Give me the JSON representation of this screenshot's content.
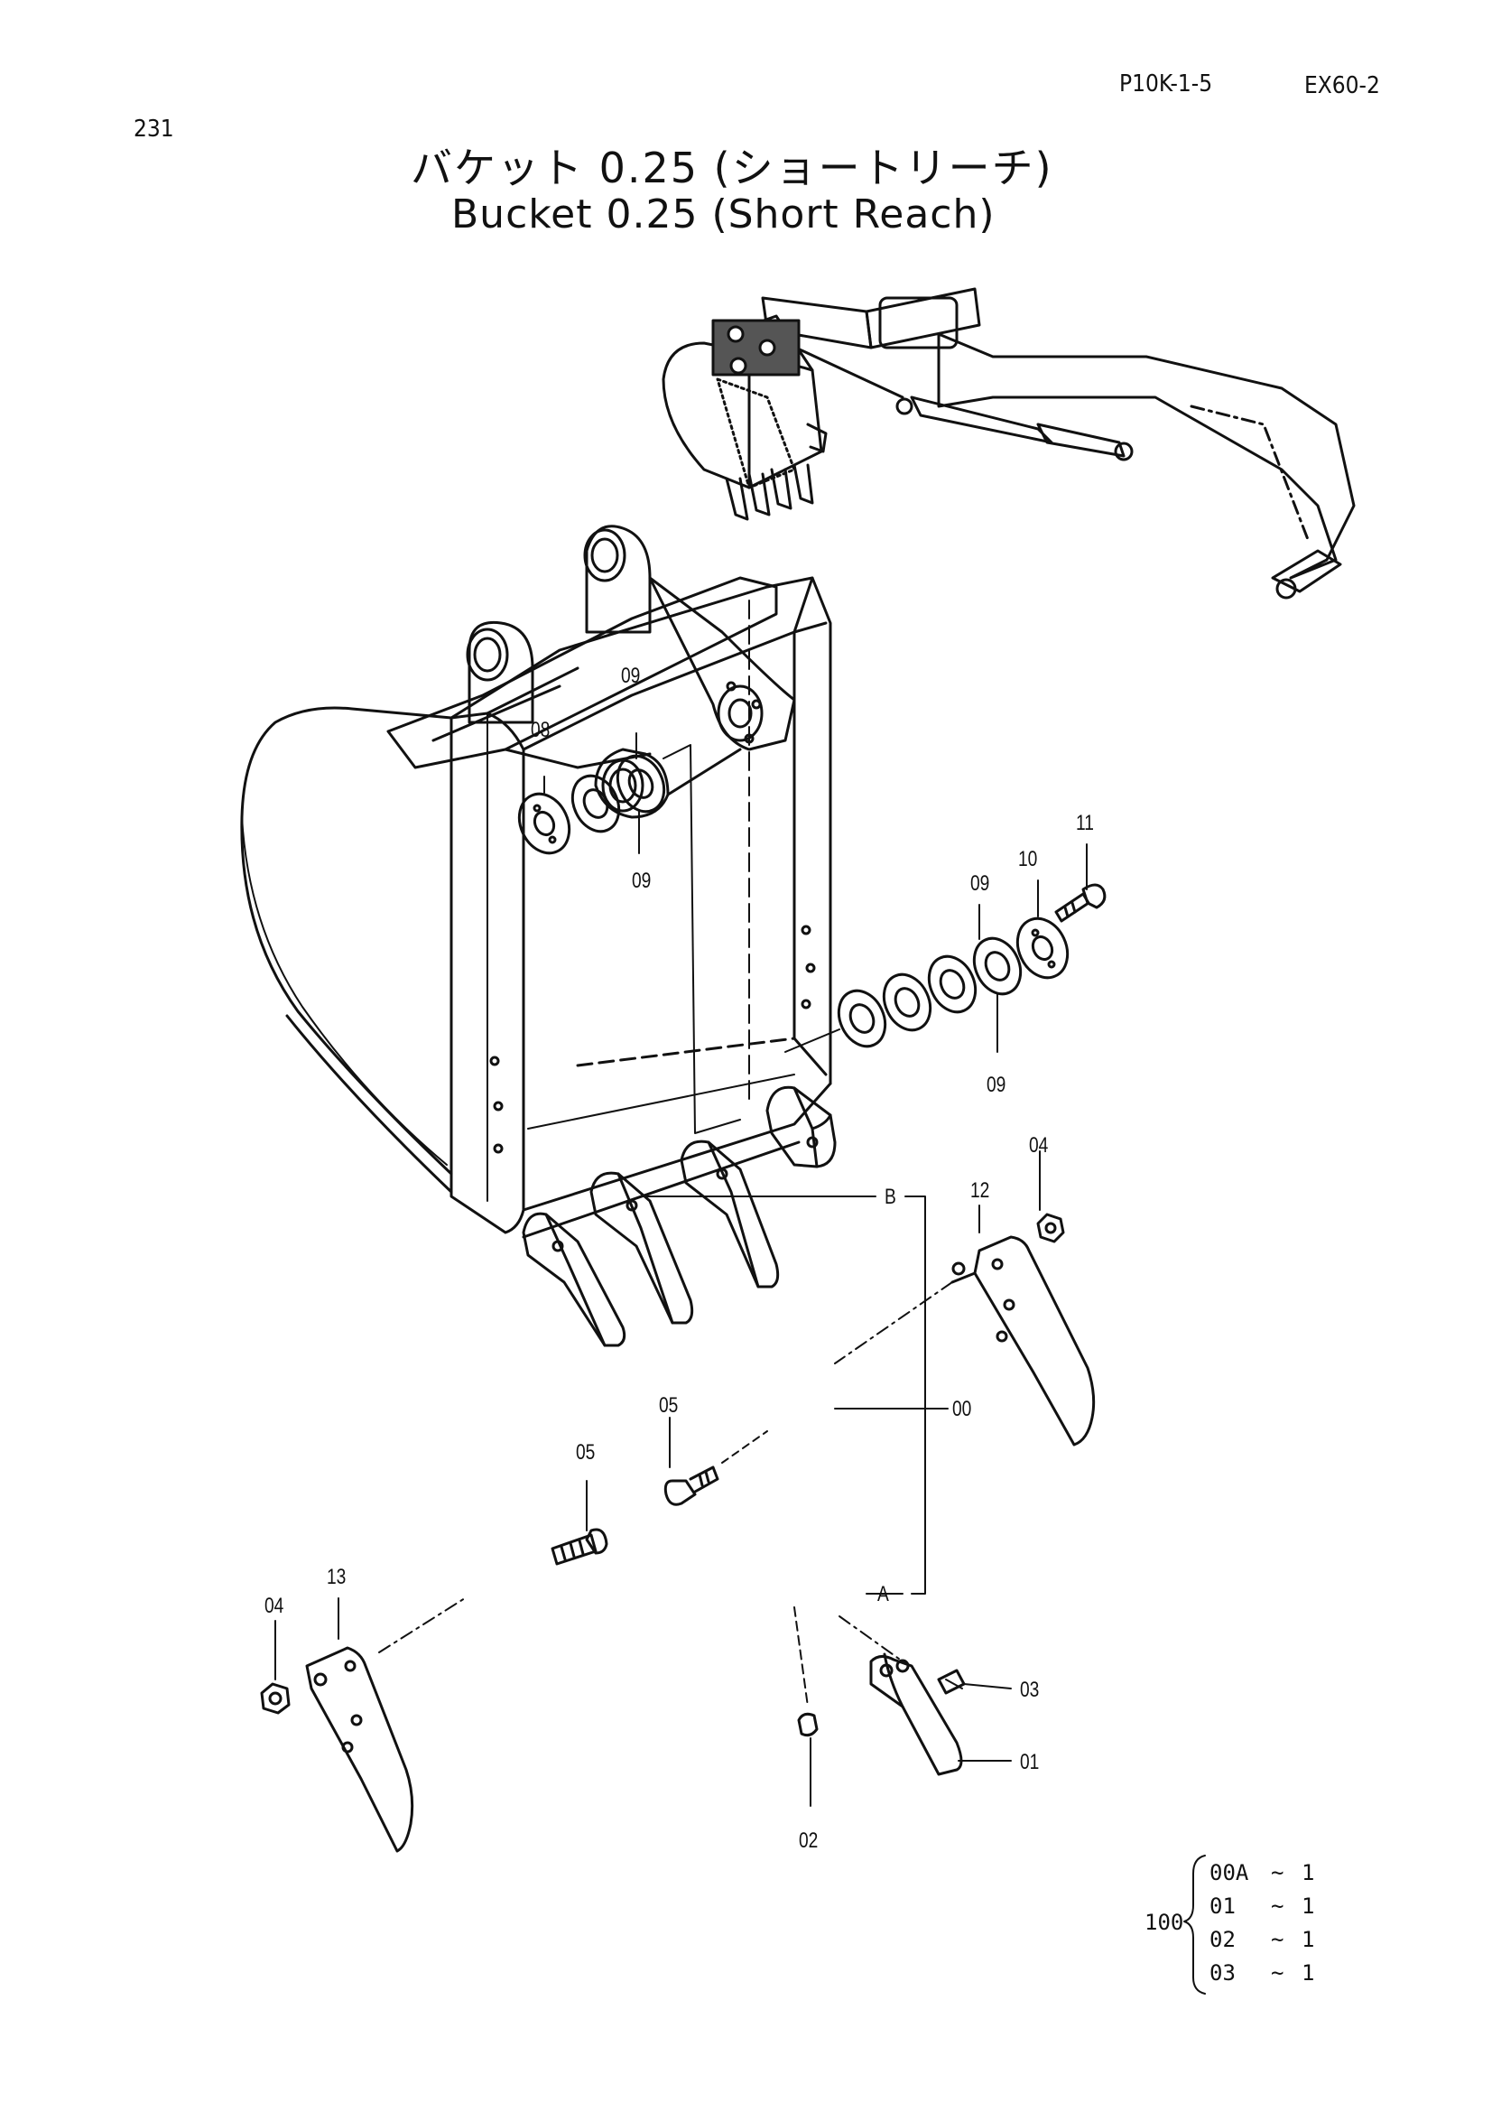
{
  "page": {
    "page_number": "231",
    "doc_code": "P10K-1-5",
    "model": "EX60-2",
    "title_jp": "バケット 0.25 (ショートリーチ)",
    "title_en": "Bucket 0.25 (Short Reach)"
  },
  "callouts": {
    "c00": "00",
    "c01": "01",
    "c02": "02",
    "c03": "03",
    "c04a": "04",
    "c04b": "04",
    "c05a": "05",
    "c05b": "05",
    "c08": "08",
    "c09a": "09",
    "c09b": "09",
    "c09c": "09",
    "c09d": "09",
    "c10": "10",
    "c11": "11",
    "c12": "12",
    "c13": "13",
    "refA": "A",
    "refB": "B"
  },
  "kit": {
    "number": "100",
    "items": [
      {
        "part": "00A",
        "sep": "~",
        "qty": "1"
      },
      {
        "part": "01",
        "sep": "~",
        "qty": "1"
      },
      {
        "part": "02",
        "sep": "~",
        "qty": "1"
      },
      {
        "part": "03",
        "sep": "~",
        "qty": "1"
      }
    ]
  }
}
